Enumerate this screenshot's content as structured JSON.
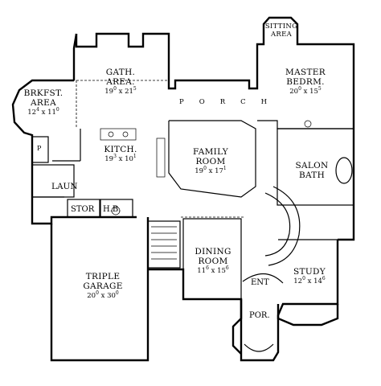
{
  "rooms": {
    "sitting": {
      "name_1": "SITTING",
      "name_2": "AREA"
    },
    "gath": {
      "name_1": "GATH.",
      "name_2": "AREA.",
      "w": "19",
      "wi": "0",
      "x": "x",
      "l": "21",
      "li": "5"
    },
    "master": {
      "name_1": "MASTER",
      "name_2": "BEDRM.",
      "w": "20",
      "wi": "0",
      "x": "x",
      "l": "15",
      "li": "5"
    },
    "brkfst": {
      "name_1": "BRKFST.",
      "name_2": "AREA",
      "w": "12",
      "wi": "4",
      "x": "x",
      "l": "11",
      "li": "0"
    },
    "porch": {
      "name": "PORCH"
    },
    "kitch": {
      "name": "KITCH.",
      "w": "19",
      "wi": "3",
      "x": "x",
      "l": "10",
      "li": "1"
    },
    "family": {
      "name_1": "FAMILY",
      "name_2": "ROOM",
      "w": "19",
      "wi": "0",
      "x": "x",
      "l": "17",
      "li": "1"
    },
    "p": {
      "name": "P"
    },
    "salon": {
      "name_1": "SALON",
      "name_2": "BATH"
    },
    "laun": {
      "name": "LAUN"
    },
    "stor": {
      "name": "STOR"
    },
    "hb": {
      "name": "H.B."
    },
    "dining": {
      "name_1": "DINING",
      "name_2": "ROOM",
      "w": "11",
      "wi": "6",
      "x": "x",
      "l": "15",
      "li": "6"
    },
    "garage": {
      "name_1": "TRIPLE",
      "name_2": "GARAGE",
      "w": "20",
      "wi": "0",
      "x": "x",
      "l": "30",
      "li": "0"
    },
    "study": {
      "name": "STUDY",
      "w": "12",
      "wi": "0",
      "x": "x",
      "l": "14",
      "li": "6"
    },
    "ent": {
      "name": "ENT"
    },
    "por": {
      "name": "POR."
    }
  }
}
